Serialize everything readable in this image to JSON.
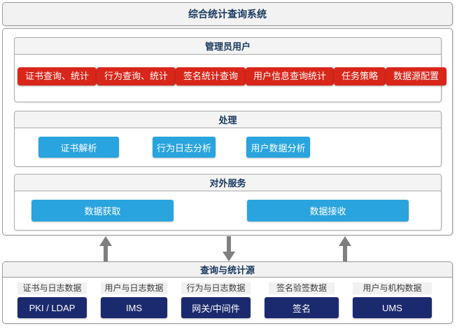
{
  "title": "综合统计查询系统",
  "admin_section": {
    "header": "管理员用户",
    "buttons": [
      "证书查询、统计",
      "行为查询、统计",
      "签名统计查询",
      "用户信息查询统计",
      "任务策略",
      "数据源配置"
    ]
  },
  "processing_section": {
    "header": "处理",
    "buttons": [
      "证书解析",
      "行为日志分析",
      "用户数据分析"
    ]
  },
  "external_section": {
    "header": "对外服务",
    "buttons": [
      "数据获取",
      "数据接收"
    ]
  },
  "arrows": [
    {
      "direction": "up"
    },
    {
      "direction": "down"
    },
    {
      "direction": "up"
    }
  ],
  "source_section": {
    "header": "查询与统计源",
    "columns": [
      {
        "label": "证书与日志数据",
        "button": "PKI / LDAP"
      },
      {
        "label": "用户与日志数据",
        "button": "IMS"
      },
      {
        "label": "行为与日志数据",
        "button": "网关/中间件"
      },
      {
        "label": "签名验签数据",
        "button": "签名"
      },
      {
        "label": "用户与机构数据",
        "button": "UMS"
      }
    ]
  },
  "colors": {
    "red_button": "#d9261a",
    "blue_button": "#29a4de",
    "navy_button": "#1b2a6e",
    "header_text": "#17375e",
    "header_bg": "#f2f2f2",
    "arrow": "#7f7f7f"
  }
}
